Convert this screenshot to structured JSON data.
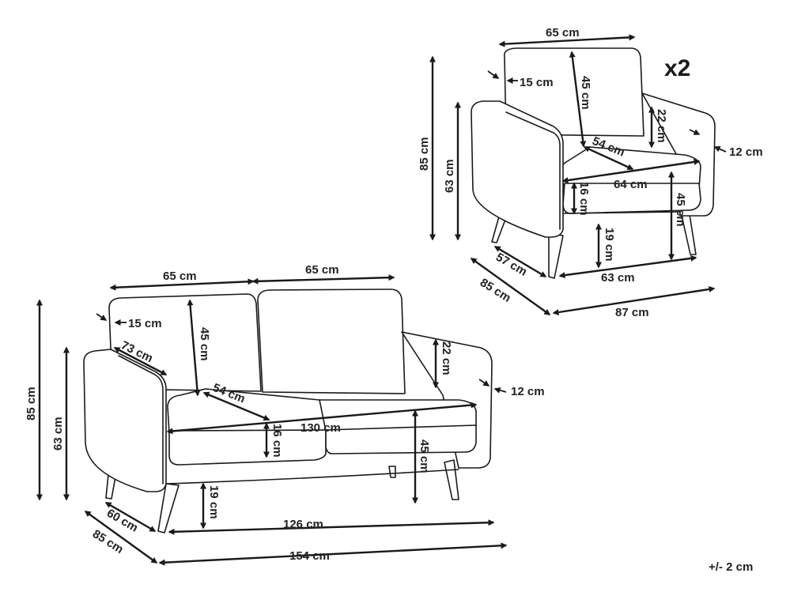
{
  "quantity_badge": "x2",
  "tolerance_note": "+/- 2 cm",
  "armchair": {
    "back_cushion_width": "65 cm",
    "back_cushion_height": "45 cm",
    "back_thickness": "15 cm",
    "total_height": "85 cm",
    "arm_height": "63 cm",
    "arm_above_seat": "22 cm",
    "arm_width": "12 cm",
    "seat_depth": "54 cm",
    "seat_width": "64 cm",
    "seat_thickness": "16 cm",
    "seat_height": "45 cm",
    "leg_height": "19 cm",
    "leg_depth": "57 cm",
    "leg_width": "63 cm",
    "total_depth": "85 cm",
    "total_width": "87 cm"
  },
  "sofa": {
    "back_cushion_width_left": "65 cm",
    "back_cushion_width_right": "65 cm",
    "back_thickness": "15 cm",
    "arm_length": "73 cm",
    "back_cushion_height": "45 cm",
    "total_height": "85 cm",
    "arm_height": "63 cm",
    "arm_above_seat": "22 cm",
    "arm_width": "12 cm",
    "seat_depth": "54 cm",
    "seat_width": "130 cm",
    "seat_thickness": "16 cm",
    "seat_height": "45 cm",
    "leg_height": "19 cm",
    "leg_depth": "60 cm",
    "leg_width": "126 cm",
    "total_depth": "85 cm",
    "total_width": "154 cm"
  }
}
